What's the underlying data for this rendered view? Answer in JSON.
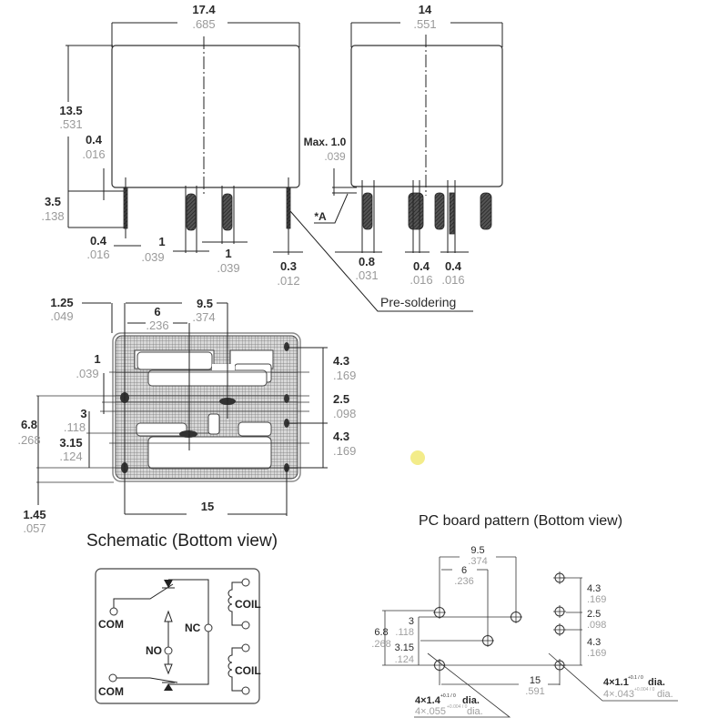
{
  "front_view": {
    "width_mm": "17.4",
    "width_in": ".685",
    "height_mm": "13.5",
    "height_in": ".531",
    "standoff_mm": "0.4",
    "standoff_in": ".016",
    "pin_length_mm": "3.5",
    "pin_length_in": ".138",
    "pin_thick_mm": "0.4",
    "pin_thick_in": ".016",
    "pin_width1_mm": "1",
    "pin_width1_in": ".039",
    "pin_width2_mm": "1",
    "pin_width2_in": ".039",
    "pin_edge_mm": "0.3",
    "pin_edge_in": ".012"
  },
  "side_view": {
    "width_mm": "14",
    "width_in": ".551",
    "max_mm": "Max. 1.0",
    "max_in": ".039",
    "note_marker": "*A",
    "pin_w_mm": "0.8",
    "pin_w_in": ".031",
    "pin_a_mm": "0.4",
    "pin_a_in": ".016",
    "pin_b_mm": "0.4",
    "pin_b_in": ".016",
    "pre_soldering": "Pre-soldering"
  },
  "bottom_view": {
    "edge_mm": "1.25",
    "edge_in": ".049",
    "d6_mm": "6",
    "d6_in": ".236",
    "d95_mm": "9.5",
    "d95_in": ".374",
    "d1_mm": "1",
    "d1_in": ".039",
    "d3_mm": "3",
    "d3_in": ".118",
    "d68_mm": "6.8",
    "d68_in": ".268",
    "d315_mm": "3.15",
    "d315_in": ".124",
    "d145_mm": "1.45",
    "d145_in": ".057",
    "d15_mm": "15",
    "r43a_mm": "4.3",
    "r43a_in": ".169",
    "r25_mm": "2.5",
    "r25_in": ".098",
    "r43b_mm": "4.3",
    "r43b_in": ".169"
  },
  "schematic": {
    "title": "Schematic (Bottom view)",
    "com_top": "COM",
    "com_bottom": "COM",
    "nc": "NC",
    "no": "NO",
    "coil_top": "COIL",
    "coil_bottom": "COIL"
  },
  "pcb": {
    "title": "PC board pattern (Bottom view)",
    "d95_mm": "9.5",
    "d95_in": ".374",
    "d6_mm": "6",
    "d6_in": ".236",
    "d3_mm": "3",
    "d3_in": ".118",
    "d68_mm": "6.8",
    "d68_in": ".268",
    "d315_mm": "3.15",
    "d315_in": ".124",
    "d15_mm": "15",
    "d15_in": ".591",
    "r43a_mm": "4.3",
    "r43a_in": ".169",
    "r25_mm": "2.5",
    "r25_in": ".098",
    "r43b_mm": "4.3",
    "r43b_in": ".169",
    "hole_large_mm": "4×1.4",
    "hole_large_tol_mm": "+0.1 / 0",
    "hole_large_in": "4×.055",
    "hole_large_tol_in": "+0.004 / 0",
    "dia": "dia.",
    "hole_small_mm": "4×1.1",
    "hole_small_tol_mm": "+0.1 / 0",
    "hole_small_in": "4×.043",
    "hole_small_tol_in": "+0.004 / 0"
  },
  "cursor_marker_color": "#f3ec8a"
}
